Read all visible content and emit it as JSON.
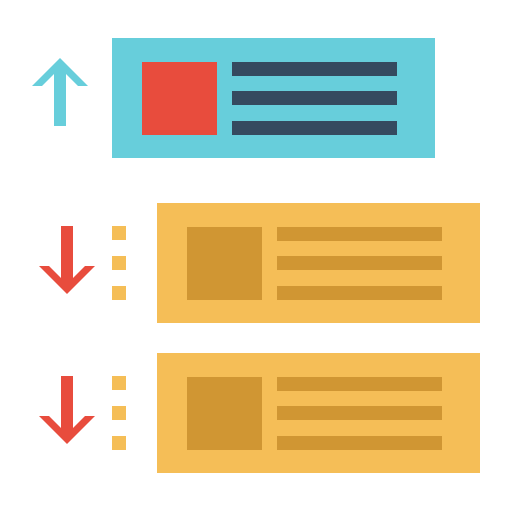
{
  "colors": {
    "background": "#ffffff",
    "accent_card": "#67cedb",
    "accent_thumb": "#e84c3d",
    "accent_lines": "#354a5f",
    "secondary_card": "#f5be57",
    "secondary_detail": "#d09633",
    "arrow_up": "#67cedb",
    "arrow_down": "#e84c3d",
    "handle": "#f5be57"
  },
  "items": [
    {
      "state": "selected",
      "arrow_icon": "arrow-up-icon",
      "has_handle": false
    },
    {
      "state": "normal",
      "arrow_icon": "arrow-down-icon",
      "has_handle": true
    },
    {
      "state": "normal",
      "arrow_icon": "arrow-down-icon",
      "has_handle": true
    }
  ]
}
